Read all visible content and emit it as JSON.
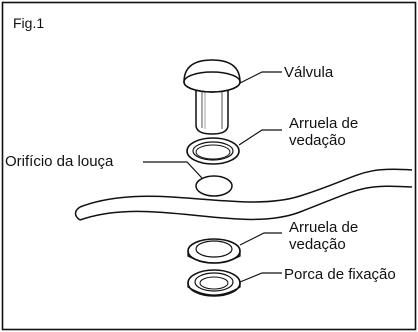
{
  "figure": {
    "label": "Fig.1",
    "labels": {
      "valvula": "Válvula",
      "arruela_top_line1": "Arruela de",
      "arruela_top_line2": "vedação",
      "orificio": "Orifício da louça",
      "arruela_bottom_line1": "Arruela de",
      "arruela_bottom_line2": "vedação",
      "porca": "Porca de fixação"
    }
  }
}
